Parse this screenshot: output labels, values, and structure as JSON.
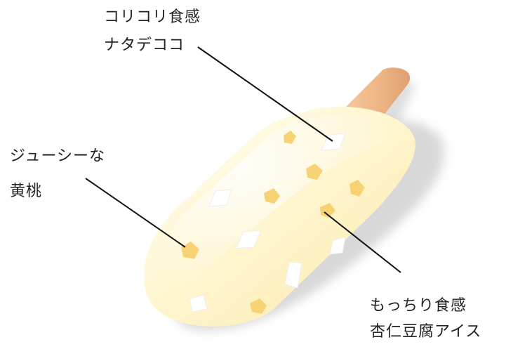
{
  "labels": {
    "nata_de_coco": {
      "line1": "コリコリ食感",
      "line2": "ナタデココ"
    },
    "yellow_peach": {
      "line1": "ジューシーな",
      "line2": "黄桃"
    },
    "annin_tofu": {
      "line1": "もっちり食感",
      "line2": "杏仁豆腐アイス"
    }
  },
  "colors": {
    "stick": "#efb98a",
    "bar_light": "#fffbe6",
    "bar_mid": "#fdeeb5",
    "bar_shadow": "#d9d9d9",
    "peach": "#f7cf6a",
    "nata": "#ffffff",
    "line": "#111111",
    "text": "#222222"
  }
}
